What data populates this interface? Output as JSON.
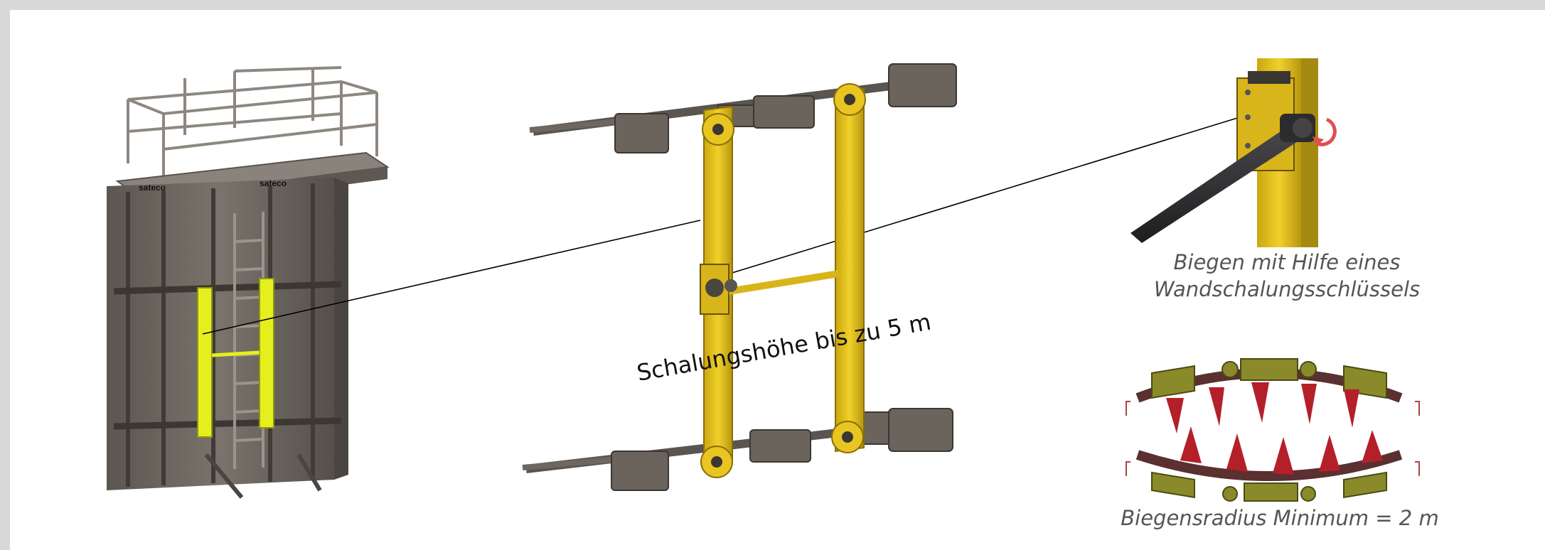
{
  "colors": {
    "page_border": "#d8d8d8",
    "background": "#ffffff",
    "steel": "#6e6760",
    "steel_dark": "#4a4540",
    "yellow": "#e3c21a",
    "bright_yellow": "#e6ef1e",
    "red": "#b3202a",
    "olive": "#8a8a2a",
    "wrench": "#2e2e30",
    "arrow_red": "#e05050"
  },
  "icons": [
    "formwork-panel-illustration",
    "bending-mechanism-illustration",
    "wrench-detail-illustration",
    "bending-radius-diagram"
  ],
  "labels": {
    "height": "Schalungshöhe bis zu 5 m",
    "brand_1": "sateco",
    "brand_2": "sateco"
  },
  "captions": {
    "wrench_line1": "Biegen mit Hilfe eines",
    "wrench_line2": "Wandschalungsschlüssels",
    "radius": "Biegensradius Minimum = 2 m"
  }
}
